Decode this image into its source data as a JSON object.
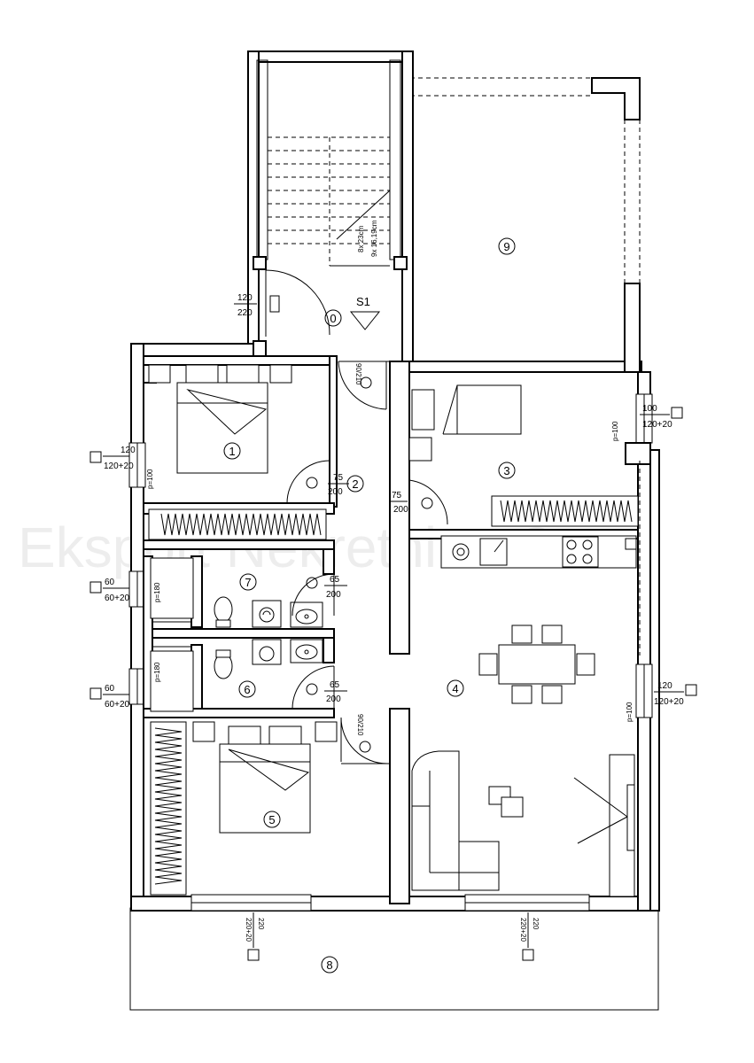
{
  "watermark": "Eksport Nekretnine ©",
  "rooms": [
    {
      "id": "0",
      "label": "0"
    },
    {
      "id": "1",
      "label": "1"
    },
    {
      "id": "2",
      "label": "2"
    },
    {
      "id": "3",
      "label": "3"
    },
    {
      "id": "4",
      "label": "4"
    },
    {
      "id": "5",
      "label": "5"
    },
    {
      "id": "6",
      "label": "6"
    },
    {
      "id": "7",
      "label": "7"
    },
    {
      "id": "8",
      "label": "8"
    },
    {
      "id": "9",
      "label": "9"
    }
  ],
  "section_mark": "S1",
  "stair_note": {
    "line1": "8x 23cm",
    "line2": "9x 16,19cm"
  },
  "door_tags": {
    "entrance": {
      "w": "120",
      "h": "220"
    },
    "hall_top": "90/210",
    "bed1": {
      "w": "75",
      "h": "200"
    },
    "room3": {
      "w": "75",
      "h": "200"
    },
    "bath7": {
      "w": "65",
      "h": "200"
    },
    "bath6": {
      "w": "65",
      "h": "200"
    },
    "hall_bottom": "90/210"
  },
  "window_tags": {
    "w_room1": {
      "w": "120",
      "h": "120+20"
    },
    "w_room7": {
      "w": "60",
      "h": "60+20"
    },
    "w_room6": {
      "w": "60",
      "h": "60+20"
    },
    "w_room3": {
      "w": "100",
      "h": "120+20"
    },
    "w_room4": {
      "w": "120",
      "h": "120+20"
    },
    "w_bottom_left": {
      "w": "220",
      "h": "220+20"
    },
    "w_bottom_right": {
      "w": "220",
      "h": "220+20"
    }
  },
  "parapet_labels": {
    "p100": "p=100",
    "p180": "p=180"
  }
}
